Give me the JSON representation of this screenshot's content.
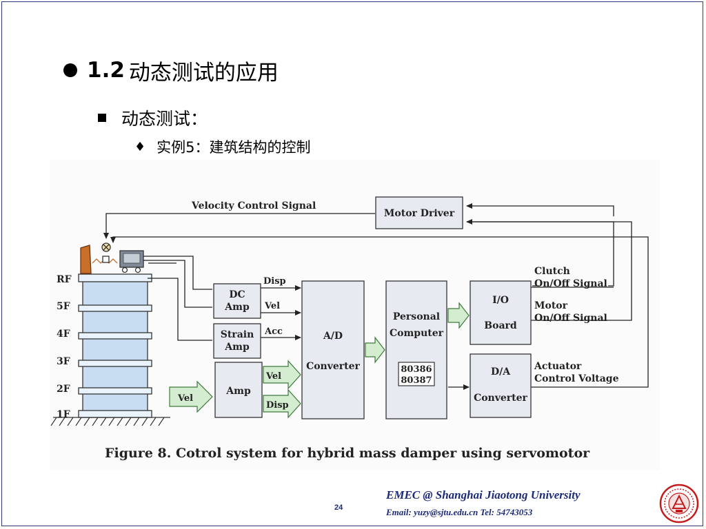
{
  "heading": {
    "number": "1.2",
    "text": "动态测试的应用"
  },
  "subheading": {
    "text": "动态测试："
  },
  "example": {
    "text": "实例5：建筑结构的控制"
  },
  "figure": {
    "caption": "Figure 8. Cotrol system for hybrid mass damper using servomotor",
    "floors": [
      "RF",
      "5F",
      "4F",
      "3F",
      "2F",
      "1F"
    ],
    "velocity_control_signal": "Velocity Control Signal",
    "motor_driver": "Motor Driver",
    "dc_amp": [
      "DC",
      "Amp"
    ],
    "strain_amp": [
      "Strain",
      "Amp"
    ],
    "amp": "Amp",
    "signals": {
      "disp": "Disp",
      "vel": "Vel",
      "acc": "Acc"
    },
    "ad_converter": [
      "A/D",
      "Converter"
    ],
    "personal_computer": [
      "Personal",
      "Computer"
    ],
    "cpu": [
      "80386",
      "80387"
    ],
    "io_board": [
      "I/O",
      "Board"
    ],
    "da_converter": [
      "D/A",
      "Converter"
    ],
    "clutch_signal": [
      "Clutch",
      "On/Off Signal"
    ],
    "motor_signal": [
      "Motor",
      "On/Off Signal"
    ],
    "actuator_signal": [
      "Actuator",
      "Control Voltage"
    ],
    "vel_input": "Vel"
  },
  "footer": {
    "title": "EMEC  @  Shanghai Jiaotong University",
    "contact": "Email: yuzy@sjtu.edu.cn  Tel: 54743053",
    "page": "24"
  },
  "colors": {
    "footer_text": "#1b2a7a",
    "floor_fill": "#c8dcf2",
    "arrow_fill": "#d4ecd0"
  }
}
